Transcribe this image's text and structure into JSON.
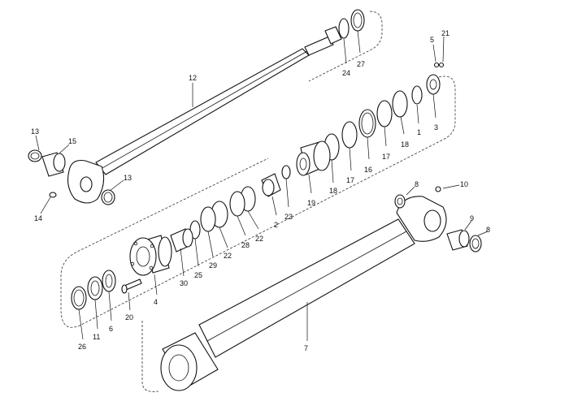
{
  "labels": {
    "p1": "1",
    "p2": "2",
    "p3": "3",
    "p4": "4",
    "p5": "5",
    "p6": "6",
    "p7": "7",
    "p8a": "8",
    "p8b": "8",
    "p9": "9",
    "p10": "10",
    "p11": "11",
    "p12": "12",
    "p13a": "13",
    "p13b": "13",
    "p14": "14",
    "p15": "15",
    "p16": "16",
    "p17a": "17",
    "p17b": "17",
    "p18a": "18",
    "p18b": "18",
    "p19": "19",
    "p20": "20",
    "p21": "21",
    "p22a": "22",
    "p22b": "22",
    "p23": "23",
    "p24": "24",
    "p25": "25",
    "p26": "26",
    "p27": "27",
    "p28": "28",
    "p29": "29",
    "p30": "30"
  }
}
